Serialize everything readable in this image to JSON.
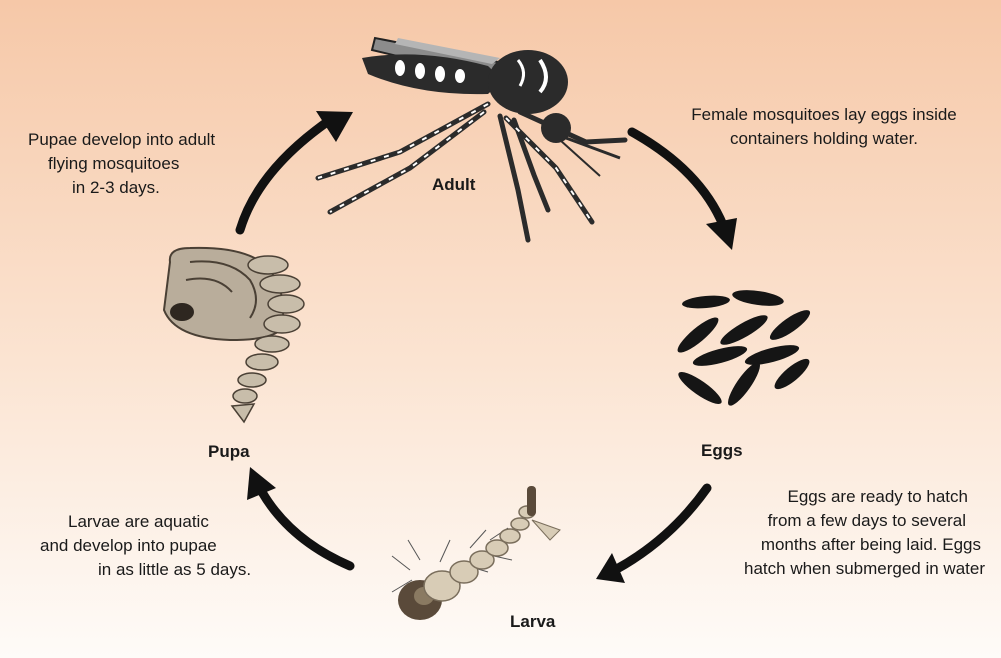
{
  "colors": {
    "background_top": "#f6c8a8",
    "background_bottom": "#fefbf8",
    "arrow": "#111111",
    "egg": "#151515",
    "mosquito_body": "#2b2b2b",
    "mosquito_stripe": "#ffffff",
    "pupa": "#b9ad9b",
    "larva": "#d8ccb6"
  },
  "stages": {
    "adult": {
      "label": "Adult",
      "icon": "adult-mosquito-icon"
    },
    "eggs": {
      "label": "Eggs",
      "icon": "eggs-icon"
    },
    "larva": {
      "label": "Larva",
      "icon": "larva-icon"
    },
    "pupa": {
      "label": "Pupa",
      "icon": "pupa-icon"
    }
  },
  "descriptions": {
    "adult_to_eggs": [
      "Female mosquitoes lay eggs inside",
      "containers holding water."
    ],
    "eggs_to_larva": [
      "Eggs are ready to hatch",
      "from a few days to several",
      "months after being laid. Eggs",
      "hatch when submerged in water"
    ],
    "larva_to_pupa": [
      "Larvae are aquatic",
      "and develop into pupae",
      "in as little as 5 days."
    ],
    "pupa_to_adult": [
      "Pupae develop into adult",
      "flying mosquitoes",
      "in 2-3 days."
    ]
  }
}
